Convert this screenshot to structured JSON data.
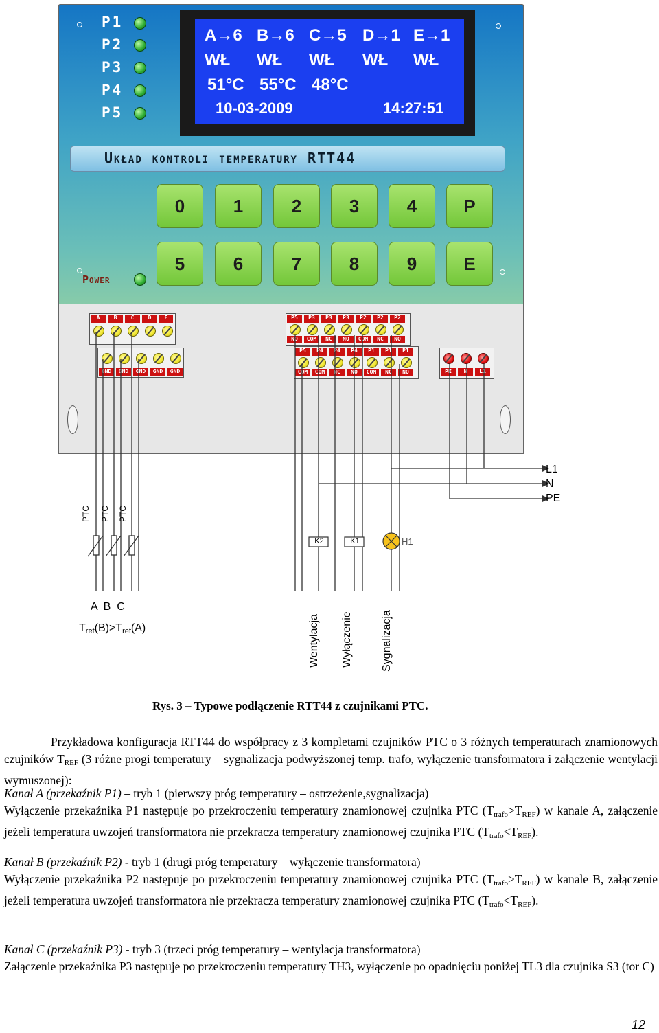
{
  "device": {
    "relays": [
      "P1",
      "P2",
      "P3",
      "P4",
      "P5"
    ],
    "lcd": {
      "row1": [
        "A→6",
        "B→6",
        "C→5",
        "D→1",
        "E→1"
      ],
      "row2": [
        "WŁ",
        "WŁ",
        "WŁ",
        "WŁ",
        "WŁ"
      ],
      "row3": [
        "51°C",
        "55°C",
        "48°C"
      ],
      "date": "10-03-2009",
      "time": "14:27:51"
    },
    "title": "Układ kontroli temperatury RTT44",
    "keys_row1": [
      "0",
      "1",
      "2",
      "3",
      "4",
      "P"
    ],
    "keys_row2": [
      "5",
      "6",
      "7",
      "8",
      "9",
      "E"
    ],
    "power_label": "Power",
    "inputs": [
      "A",
      "B",
      "C",
      "D",
      "E"
    ],
    "gnd": [
      "GND",
      "GND",
      "GND",
      "GND",
      "GND"
    ],
    "relay_top_a": [
      "P5",
      "P3",
      "P3",
      "P3",
      "P2",
      "P2",
      "P2"
    ],
    "relay_top_b": [
      "NO",
      "COM",
      "NC",
      "NO",
      "COM",
      "NC",
      "NO"
    ],
    "relay_bot_a": [
      "P5",
      "P4",
      "P4",
      "P4",
      "P1",
      "P1",
      "P1"
    ],
    "relay_bot_b": [
      "COM",
      "COM",
      "NC",
      "NO",
      "COM",
      "NC",
      "NO"
    ],
    "power_terms": [
      "PE",
      "N",
      "L1"
    ]
  },
  "wiring": {
    "mains": [
      "L1",
      "N",
      "PE"
    ],
    "ptc": [
      "PTC",
      "PTC",
      "PTC"
    ],
    "k2": "K2",
    "k1": "K1",
    "h1": "H1",
    "channels": "A  B  C",
    "tref": [
      "T",
      "ref",
      "(B)>T",
      "ref",
      "(A)"
    ],
    "functions": [
      "Wentylacja",
      "Wyłączenie",
      "Sygnalizacja"
    ]
  },
  "caption": "Rys. 3 – Typowe podłączenie RTT44 z czujnikami PTC.",
  "text": {
    "p1a": "Przykładowa konfiguracja RTT44 do współpracy z 3 kompletami czujników PTC o 3 różnych temperaturach znamionowych czujników T",
    "p1sub": "REF",
    "p1b": " (3 różne progi temperatury – sygnalizacja podwyższonej temp. trafo, wyłączenie transformatora i załączenie wentylacji wymuszonej):",
    "kA": "Kanał A (przekaźnik P1)",
    "kA_rest": " – tryb 1 (pierwszy próg temperatury – ostrzeżenie,sygnalizacja)",
    "kA_d1": "Wyłączenie przekaźnika P1 następuje po przekroczeniu temperatury znamionowej czujnika PTC (T",
    "kA_d2": ">T",
    "kA_d3": ") w kanale A, załączenie jeżeli temperatura uwzojeń transformatora nie przekracza temperatury znamionowej czujnika PTC (T",
    "kA_d4": "<T",
    "kA_d5": ").",
    "kB": "Kanał B (przekaźnik P2)",
    "kB_rest": " - tryb 1 (drugi próg temperatury – wyłączenie transformatora)",
    "kB_d1": "Wyłączenie przekaźnika P2 następuje po przekroczeniu temperatury znamionowej czujnika PTC (T",
    "kB_d2": ">T",
    "kB_d3": ") w kanale B, załączenie jeżeli temperatura uwzojeń transformatora nie przekracza temperatury znamionowej czujnika PTC (T",
    "kB_d4": "<T",
    "kB_d5": ").",
    "kC": "Kanał C (przekaźnik P3)",
    "kC_rest": " - tryb 3 (trzeci próg temperatury – wentylacja transformatora)",
    "kC_d": "Załączenie przekaźnika P3 następuje po przekroczeniu temperatury TH3, wyłączenie po opadnięciu poniżej TL3 dla czujnika S3 (tor C)",
    "sub_trafo": "trafo",
    "sub_ref": "REF"
  },
  "page_number": "12"
}
